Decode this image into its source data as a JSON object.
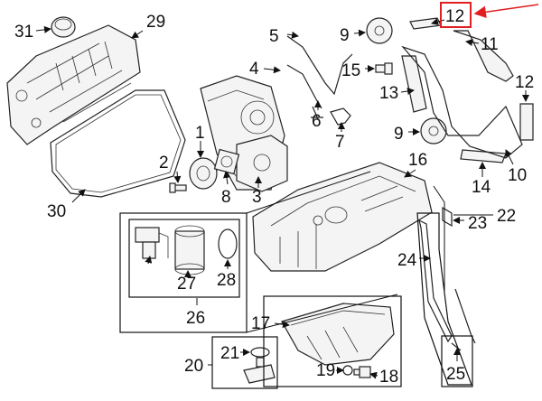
{
  "diagram": {
    "callouts": {
      "c1": "1",
      "c2": "2",
      "c3": "3",
      "c4": "4",
      "c5": "5",
      "c6": "6",
      "c7": "7",
      "c8": "8",
      "c9a": "9",
      "c9b": "9",
      "c10": "10",
      "c11": "11",
      "c12a": "12",
      "c12b": "12",
      "c13": "13",
      "c14": "14",
      "c15": "15",
      "c16": "16",
      "c17": "17",
      "c18": "18",
      "c19": "19",
      "c20": "20",
      "c21": "21",
      "c22": "22",
      "c23": "23",
      "c24": "24",
      "c25": "25",
      "c26": "26",
      "c27": "27",
      "c28": "28",
      "c29": "29",
      "c30": "30",
      "c31": "31"
    },
    "highlight": {
      "callout": "12",
      "box_color": "#e02020",
      "arrow_color": "#e02020"
    },
    "line_color": "#111111"
  }
}
